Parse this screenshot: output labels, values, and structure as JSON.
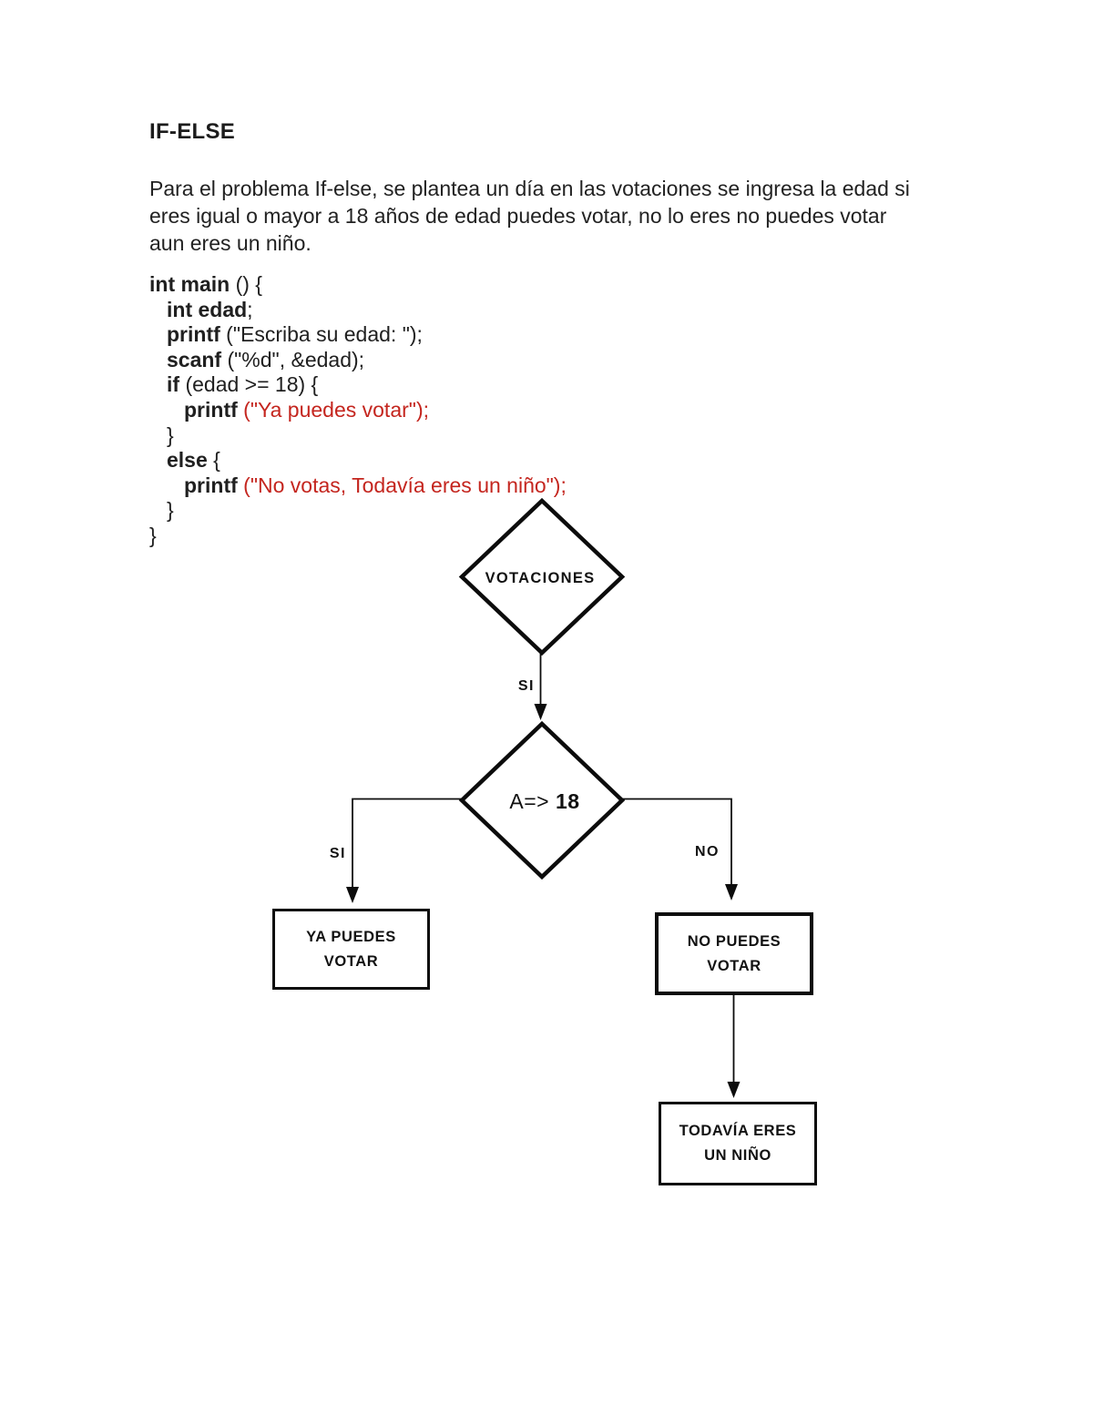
{
  "page": {
    "title": "IF-ELSE",
    "paragraph_lines": [
      "Para el problema If-else, se plantea un día en las votaciones se ingresa la edad si",
      "eres igual o mayor a 18 años de edad puedes votar, no lo eres no puedes votar",
      "aun eres un niño."
    ]
  },
  "code": {
    "keyword_color": "#202020",
    "string_color": "#c4251e",
    "lines": [
      {
        "keyword": "int main ",
        "rest": "() {"
      },
      {
        "keyword": "int edad",
        "rest": ";"
      },
      {
        "keyword": "printf ",
        "rest": "(\"Escriba su edad: \");"
      },
      {
        "keyword": "scanf ",
        "rest": "(\"%d\", &edad);"
      },
      {
        "keyword": "if ",
        "rest": "(edad >= 18) {"
      },
      {
        "keyword": "printf ",
        "rest": "(\"Ya puedes votar\");"
      },
      {
        "keyword": "",
        "rest": "}"
      },
      {
        "keyword": "else ",
        "rest": "{"
      },
      {
        "keyword": "printf ",
        "rest": "(\"No votas, Todavía eres un niño\");"
      },
      {
        "keyword": "",
        "rest": "}"
      },
      {
        "keyword": "",
        "rest": "}"
      }
    ]
  },
  "flowchart": {
    "decision_start": "VOTACIONES",
    "decision_age_prefix": "A=> ",
    "decision_age_value": "18",
    "edge_top": "SI",
    "edge_left": "SI",
    "edge_right": "NO",
    "box_yes": {
      "line1": "YA PUEDES",
      "line2": "VOTAR"
    },
    "box_no": {
      "line1": "NO PUEDES",
      "line2": "VOTAR"
    },
    "box_child": {
      "line1": "TODAVÍA ERES",
      "line2": "UN NIÑO"
    }
  }
}
